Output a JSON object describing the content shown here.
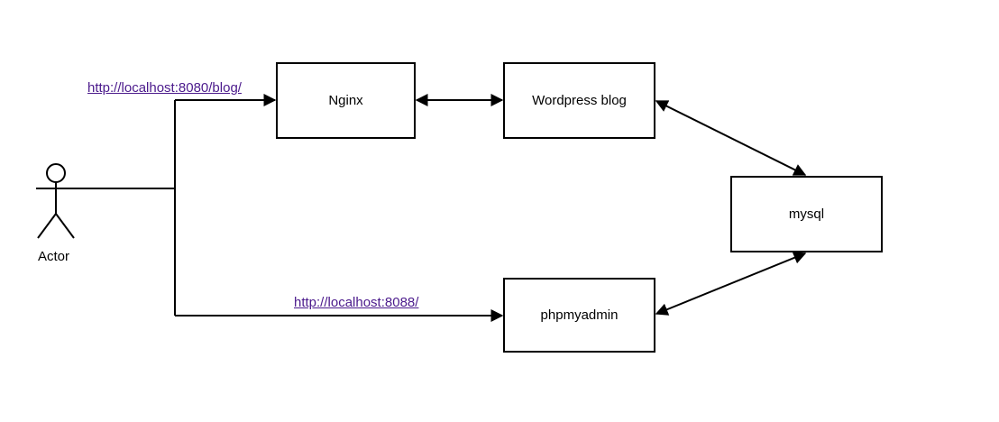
{
  "actor": {
    "label": "Actor"
  },
  "nodes": {
    "nginx": "Nginx",
    "wordpress": "Wordpress blog",
    "mysql": "mysql",
    "phpmyadmin": "phpmyadmin"
  },
  "links": {
    "blog_url": "http://localhost:8080/blog/",
    "phpmyadmin_url": "http://localhost:8088/"
  },
  "colors": {
    "line": "#000000",
    "link": "#4b1a8c",
    "background": "#ffffff"
  }
}
